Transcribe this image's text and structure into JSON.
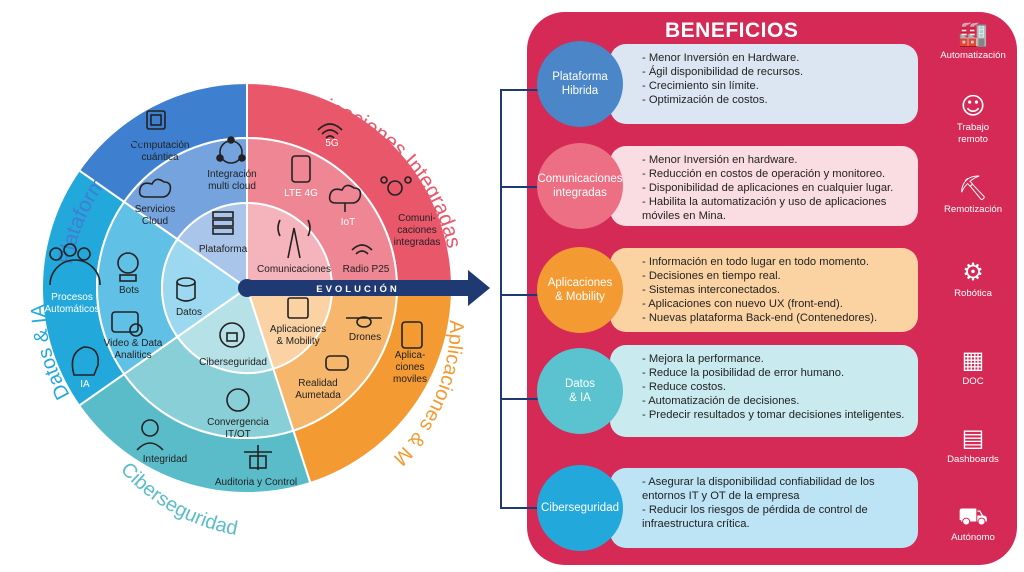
{
  "wheel": {
    "title_rings": {
      "plataforma": "Plataforma Hibrida",
      "comunicaciones": "Comunicaciones Integradas",
      "aplicaciones": "Aplicaciones & Mobility",
      "ciberseguridad": "Ciberseguridad",
      "datos": "Datos & IA"
    },
    "evolucion": "EVOLUCIÓN",
    "items": {
      "computacion_cuantica": [
        "Computación",
        "cuántica"
      ],
      "integracion_multicloud": [
        "Integración",
        "multi cloud"
      ],
      "servicios_cloud": [
        "Servicios",
        "Cloud"
      ],
      "plataforma": "Plataforma",
      "g5": "5G",
      "lte4g": "LTE 4G",
      "iot": "IoT",
      "comunicaciones_integradas": [
        "Comuni-",
        "caciones",
        "integradas"
      ],
      "comunicaciones": "Comunicaciones",
      "radio_p25": "Radio P25",
      "procesos_automaticos": [
        "Procesos",
        "Automáticos"
      ],
      "bots": "Bots",
      "video_data": [
        "Video & Data",
        "Analitics"
      ],
      "datos": "Datos",
      "ia": "IA",
      "aplicaciones_mobility": [
        "Aplicaciones",
        "& Mobility"
      ],
      "drones": "Drones",
      "aplicaciones_moviles": [
        "Aplica-",
        "ciones",
        "moviles"
      ],
      "realidad_aumetada": [
        "Realidad",
        "Aumetada"
      ],
      "ciberseguridad": "Ciberseguridad",
      "convergencia": [
        "Convergencia",
        "IT/OT"
      ],
      "integridad": "Integridad",
      "auditoria": "Auditoria y Control"
    },
    "colors": {
      "plataforma": "#3f7fd0",
      "comunicaciones": "#e8576a",
      "aplicaciones": "#f39a32",
      "ciberseguridad": "#5bbcc9",
      "datos": "#23a8dc",
      "arrow": "#1f3a73"
    }
  },
  "panel": {
    "title": "BENEFICIOS",
    "color": "#d42a55",
    "rows": [
      {
        "name": [
          "Plataforma",
          "Hibrida"
        ],
        "circle_color": "#4a86c8",
        "card_color": "#dce6f2",
        "lines": [
          "- Menor Inversión en Hardware.",
          "- Ágil disponibilidad de recursos.",
          "- Crecimiento sin límite.",
          "- Optimización de costos."
        ]
      },
      {
        "name": [
          "Comunicaciones",
          "integradas"
        ],
        "circle_color": "#ec6f83",
        "card_color": "#fadde2",
        "lines": [
          "- Menor Inversión en hardware.",
          "- Reducción en costos de operación y monitoreo.",
          "- Disponibilidad de aplicaciones en cualquier lugar.",
          "- Habilita la automatización y uso de aplicaciones",
          "  móviles en Mina."
        ]
      },
      {
        "name": [
          "Aplicaciones",
          "& Mobility"
        ],
        "circle_color": "#f39a32",
        "card_color": "#fbd3a3",
        "lines": [
          "- Información en todo lugar en todo momento.",
          "- Decisiones en tiempo real.",
          "- Sistemas interconectados.",
          "- Aplicaciones con nuevo UX (front-end).",
          "- Nuevas plataforma Back-end (Contenedores)."
        ]
      },
      {
        "name": [
          "Datos",
          "& IA"
        ],
        "circle_color": "#5bc3cf",
        "card_color": "#c9ebef",
        "lines": [
          "- Mejora la performance.",
          "- Reduce la posibilidad de error humano.",
          "- Reduce costos.",
          "- Automatización de decisiones.",
          "- Predecir resultados y tomar decisiones inteligentes."
        ]
      },
      {
        "name": [
          "Ciberseguridad"
        ],
        "circle_color": "#23a8dc",
        "card_color": "#bde4f4",
        "lines": [
          "- Asegurar  la disponibilidad  confiabilidad de los",
          "  entornos IT y OT de la empresa",
          "- Reducir los riesgos de pérdida de control de",
          "  infraestructura crítica."
        ]
      }
    ]
  },
  "side_icons": [
    {
      "icon": "factory-icon",
      "label": [
        "Automatización"
      ]
    },
    {
      "icon": "remote-worker-icon",
      "label": [
        "Trabajo",
        "remoto"
      ]
    },
    {
      "icon": "excavator-icon",
      "label": [
        "Remotización"
      ]
    },
    {
      "icon": "robot-arm-icon",
      "label": [
        "Robótica"
      ]
    },
    {
      "icon": "control-panel-icon",
      "label": [
        "DOC"
      ]
    },
    {
      "icon": "dashboard-icon",
      "label": [
        "Dashboards"
      ]
    },
    {
      "icon": "mining-truck-icon",
      "label": [
        "Autónomo"
      ]
    }
  ]
}
